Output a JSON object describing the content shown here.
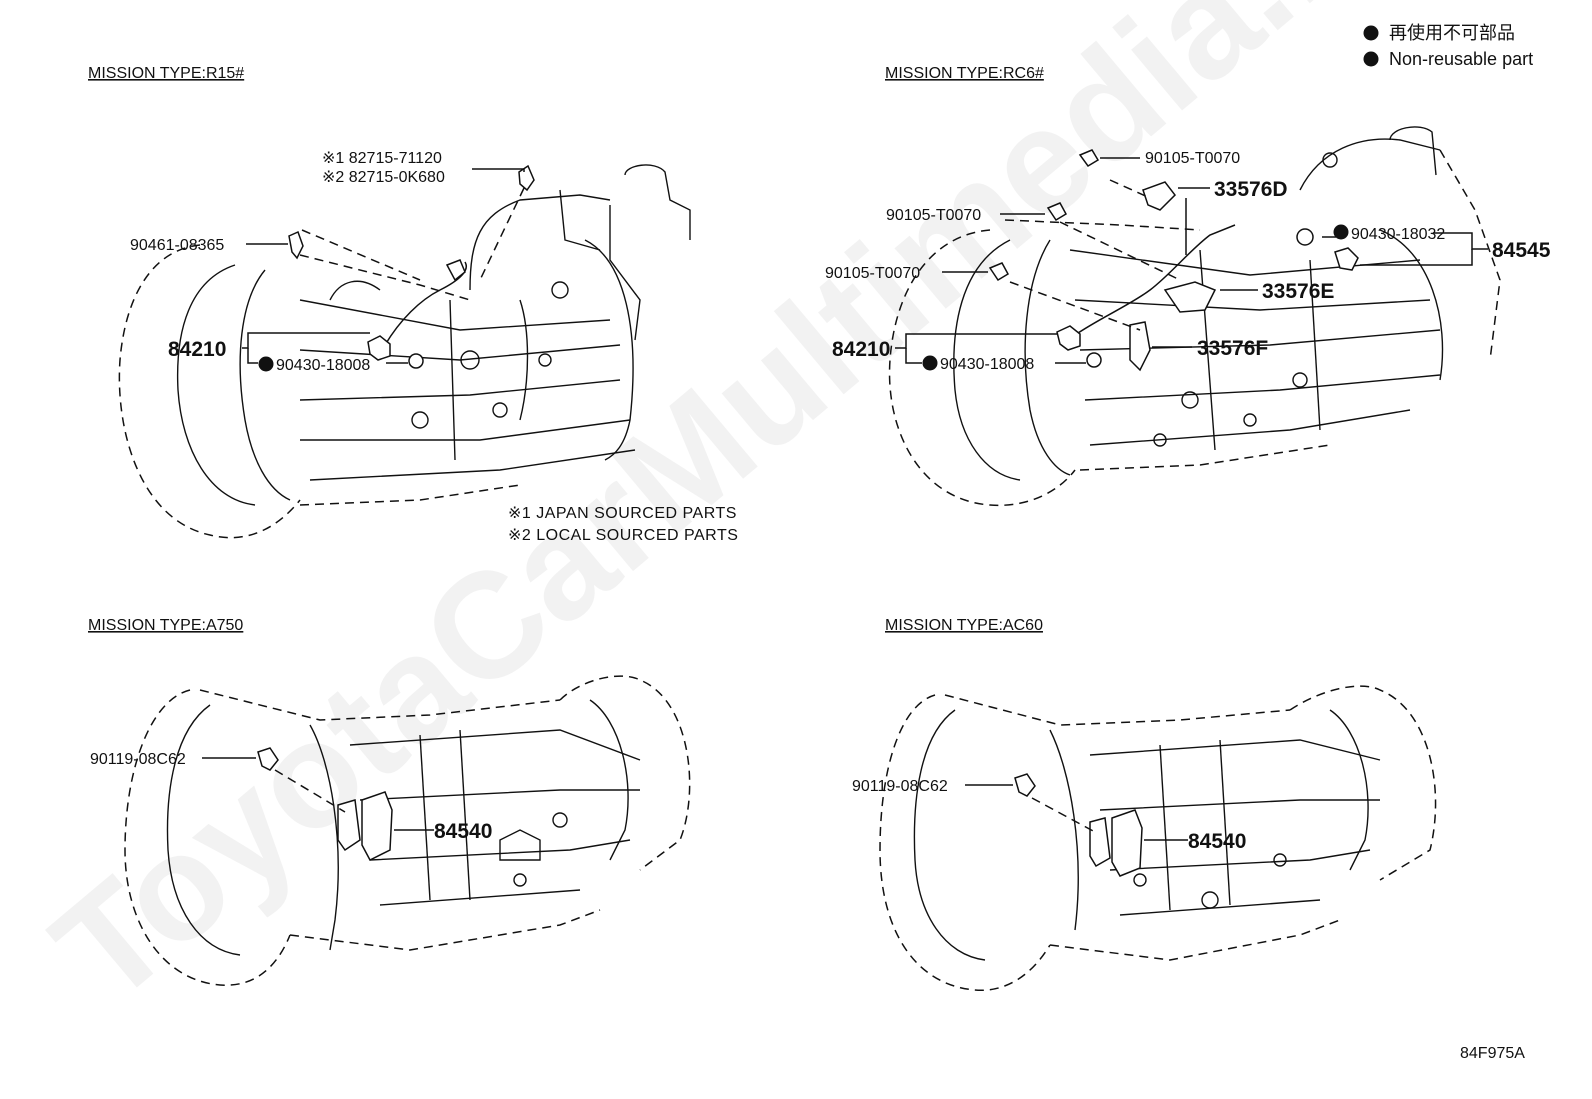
{
  "legend": {
    "label_ja": "再使用不可部品",
    "label_en": "Non-reusable part"
  },
  "figure_code": "84F975A",
  "watermark": "ToyotaCarMultimedia.ru",
  "sections": {
    "r15": {
      "title": "MISSION TYPE:R15#",
      "callouts": {
        "p1": "※1 82715-71120",
        "p2": "※2 82715-0K680",
        "clip": "90461-08365",
        "switch": "84210",
        "gasket": "90430-18008"
      },
      "notes": [
        "※1 JAPAN SOURCED PARTS",
        "※2 LOCAL SOURCED PARTS"
      ]
    },
    "rc6": {
      "title": "MISSION TYPE:RC6#",
      "callouts": {
        "bolt_top": "90105-T0070",
        "bolt_mid": "90105-T0070",
        "bolt_low": "90105-T0070",
        "bracket_d": "33576D",
        "bracket_e": "33576E",
        "bracket_f": "33576F",
        "gasket_right": "90430-18032",
        "switch_right": "84545",
        "switch": "84210",
        "gasket": "90430-18008"
      }
    },
    "a750": {
      "title": "MISSION TYPE:A750",
      "callouts": {
        "bolt": "90119-08C62",
        "switch": "84540"
      }
    },
    "ac60": {
      "title": "MISSION TYPE:AC60",
      "callouts": {
        "bolt": "90119-08C62",
        "switch": "84540"
      }
    }
  }
}
